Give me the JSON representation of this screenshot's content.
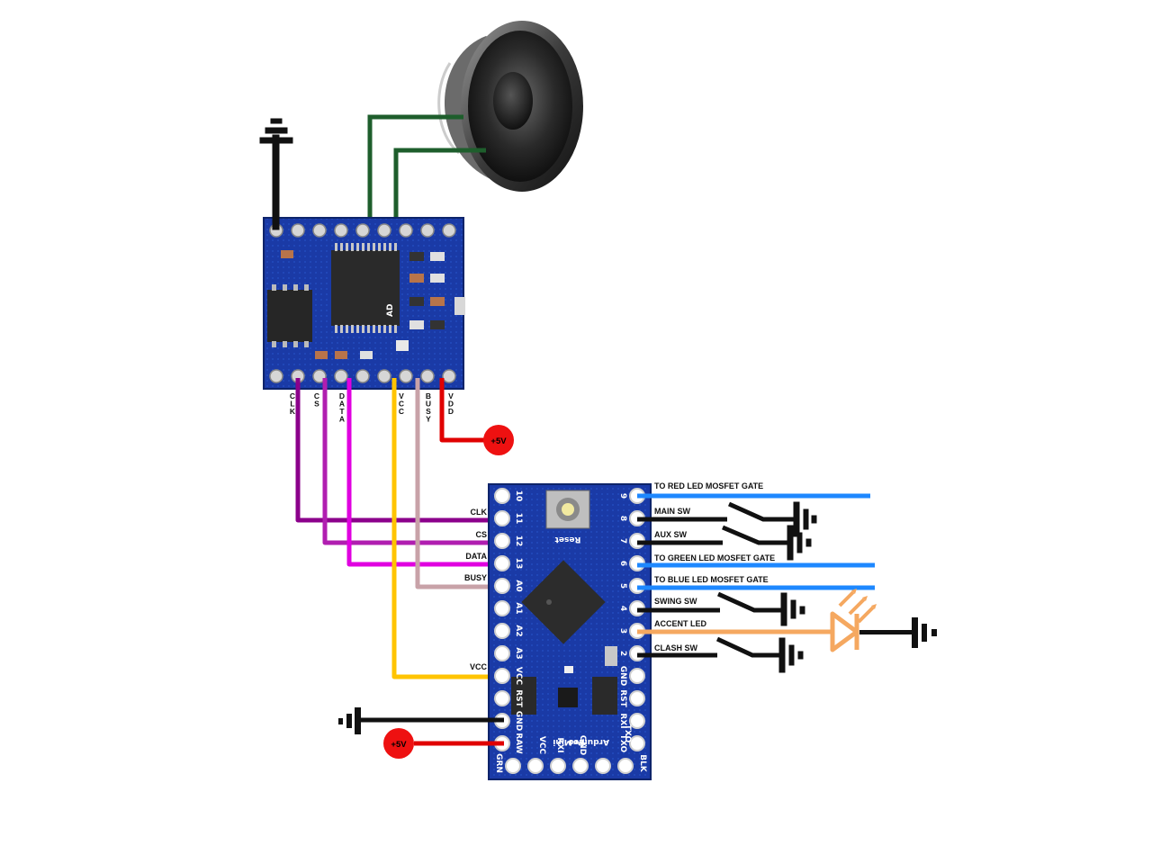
{
  "sound_module": {
    "pin_labels": {
      "clk": [
        "C",
        "L",
        "K"
      ],
      "cs": [
        "C",
        "S"
      ],
      "data": [
        "D",
        "A",
        "T",
        "A"
      ],
      "vcc": [
        "V",
        "C",
        "C"
      ],
      "busy": [
        "B",
        "U",
        "S",
        "Y"
      ],
      "vdd": [
        "V",
        "D",
        "D"
      ]
    },
    "chip_marking": "AD"
  },
  "power_badges": {
    "top": "+5V",
    "bottom": "+5V"
  },
  "arduino": {
    "reset_label": "Reset",
    "brand_lines": [
      "Arduino",
      "Pro",
      "Mini"
    ],
    "left_pin_labels": [
      "CLK",
      "CS",
      "DATA",
      "BUSY",
      "VCC"
    ],
    "right_pin_labels": [
      "TO RED LED MOSFET GATE",
      "MAIN SW",
      "AUX SW",
      "TO GREEN LED MOSFET GATE",
      "TO BLUE LED MOSFET GATE",
      "SWING SW",
      "ACCENT LED",
      "CLASH SW"
    ],
    "silk_left": [
      "10",
      "11",
      "12",
      "13",
      "A0",
      "A1",
      "A2",
      "A3",
      "VCC",
      "RST",
      "GND",
      "RAW"
    ],
    "silk_right": [
      "9",
      "8",
      "7",
      "6",
      "5",
      "4",
      "3",
      "2",
      "GND",
      "RST",
      "RXI",
      "TXO"
    ],
    "silk_bottom": [
      "GRN",
      "BLK",
      "TXO",
      "RXI",
      "VCC",
      "GND"
    ]
  },
  "colors": {
    "clk_wire": "#8b008b",
    "cs_wire": "#b01eb0",
    "data_wire": "#e000e0",
    "vcc_wire": "#ffc400",
    "busy_wire": "#c8a2a8",
    "vdd_wire": "#e00000",
    "led_gate_wire": "#1e88ff",
    "accent_led_wire": "#f5a860",
    "speaker_wire": "#1e5e2c",
    "board_blue": "#1e3c9a",
    "power_badge": "#ee1111"
  }
}
